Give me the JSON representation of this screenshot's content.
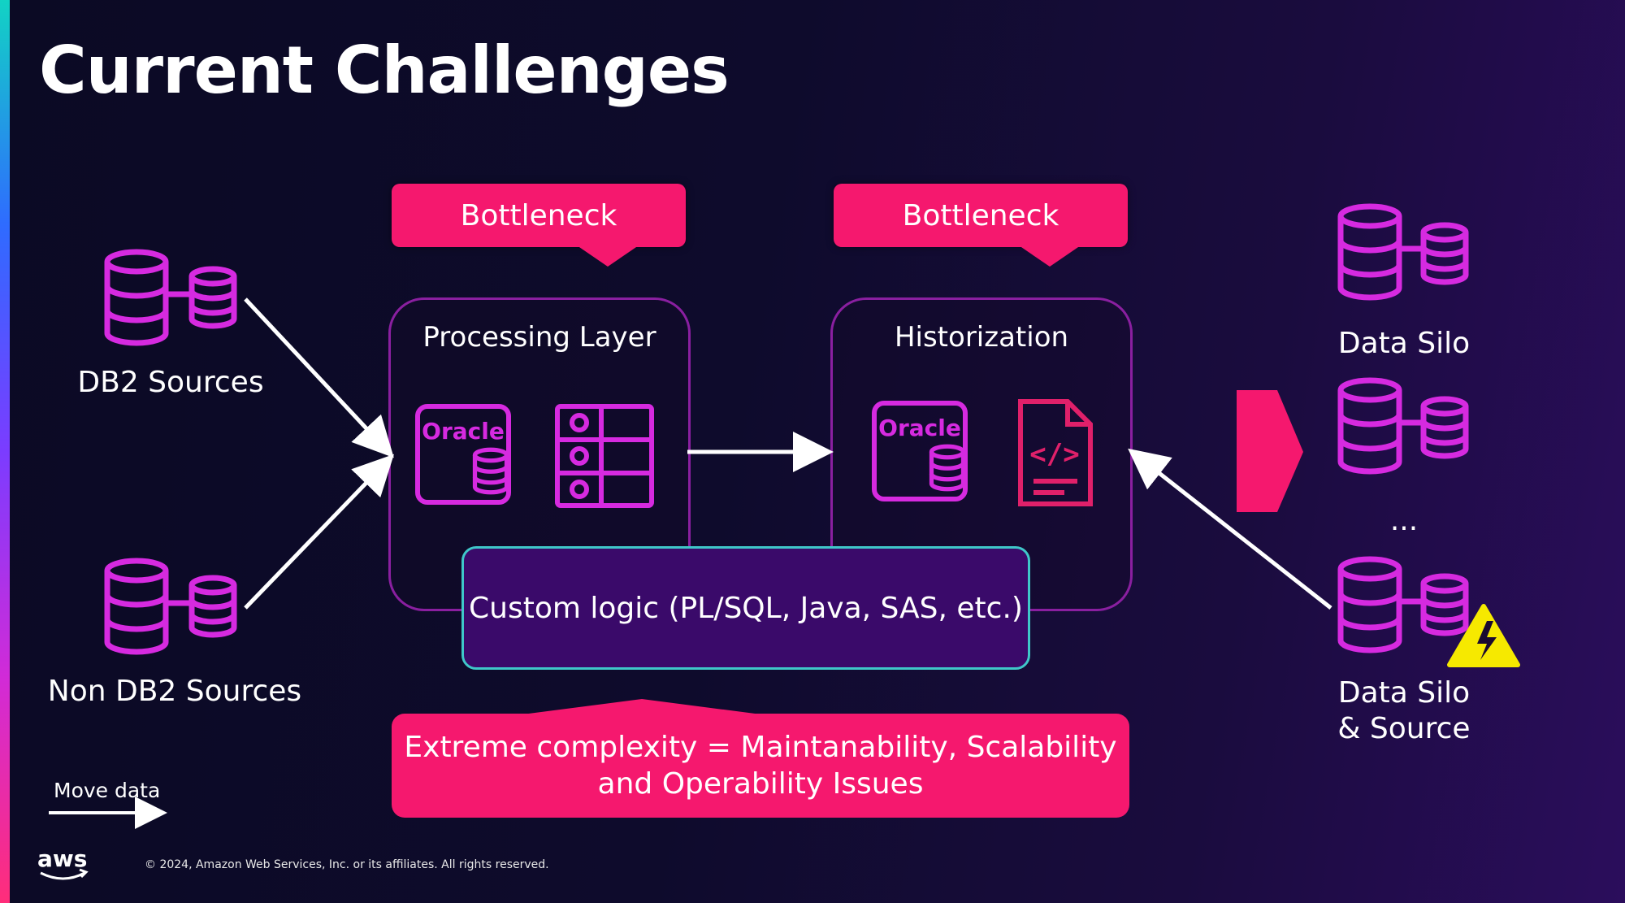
{
  "slide": {
    "title": "Current Challenges",
    "sources": {
      "db2": "DB2 Sources",
      "non_db2": "Non DB2 Sources"
    },
    "callouts": {
      "left": "Bottleneck",
      "right": "Bottleneck"
    },
    "processing_layer": {
      "title": "Processing Layer",
      "logo_text": "Oracle"
    },
    "historization": {
      "title": "Historization",
      "logo_text": "Oracle",
      "code_symbol": "</>"
    },
    "custom_logic": "Custom logic (PL/SQL, Java, SAS, etc.)",
    "complexity": {
      "line1": "Extreme complexity = Maintanability, Scalability",
      "line2": "and Operability Issues"
    },
    "targets": {
      "silo1": "Data Silo",
      "ellipsis": "...",
      "silo2_line1": "Data Silo",
      "silo2_line2": "& Source"
    },
    "legend": "Move data",
    "footer": {
      "logo": "aws",
      "copyright": "© 2024, Amazon Web Services, Inc. or its affiliates. All rights reserved."
    }
  },
  "colors": {
    "accent_pink": "#f5186e",
    "icon_magenta": "#d62ae0",
    "box_border": "#8a1fa0",
    "custom_logic_fill": "#3a0a6a",
    "custom_logic_border": "#3fc7c9",
    "warning_yellow": "#f6e900"
  }
}
